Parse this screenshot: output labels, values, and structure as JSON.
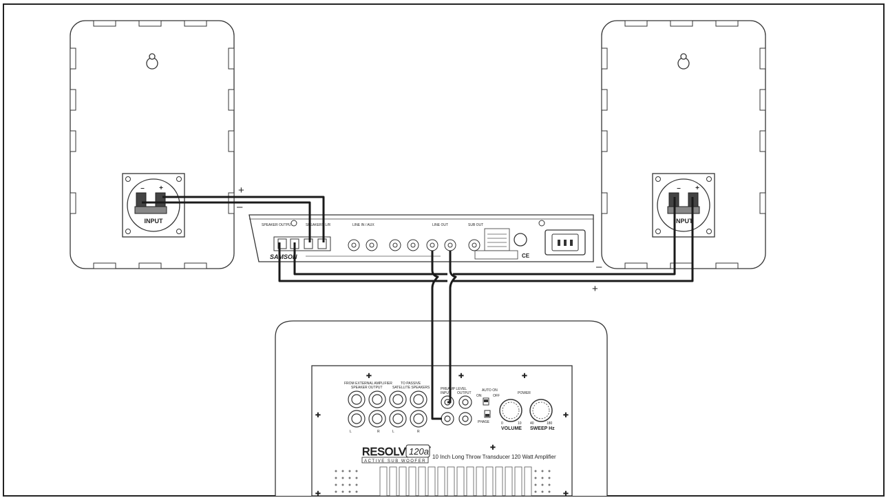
{
  "speakers": {
    "left": {
      "input_label": "INPUT",
      "minus": "–",
      "plus": "+"
    },
    "right": {
      "input_label": "INPUT",
      "minus": "–",
      "plus": "+"
    }
  },
  "wire_polarity": {
    "top_plus": "+",
    "top_minus": "–",
    "bottom_minus": "–",
    "bottom_plus": "+"
  },
  "amplifier": {
    "brand": "SAMSON",
    "speaker_outputs": "SPEAKER OUTPUTS",
    "speakers_l_r": "SPEAKERS L/R",
    "line_in_aux": "LINE IN / AUX",
    "line_out": "LINE OUT",
    "sub_out": "SUB OUT",
    "ce_mark": "CE"
  },
  "subwoofer": {
    "brand": "RESOLV",
    "model": "120a",
    "tagline": "ACTIVE SUB WOOFER",
    "description": "10 Inch Long Throw Transducer   120 Watt Amplifier",
    "from_external": "FROM EXTERNAL AMPLIFIER",
    "speaker_output": "SPEAKER OUTPUT",
    "to_passive": "TO PASSIVE",
    "satellite": "SATELLITE SPEAKERS",
    "preamp_level": "PREAMP LEVEL",
    "input": "INPUT",
    "output": "OUTPUT",
    "auto_on": "AUTO ON",
    "on": "ON",
    "off": "OFF",
    "phase": "PHASE",
    "power": "POWER",
    "volume": "VOLUME",
    "sweep": "SWEEP Hz",
    "vol_min": "0",
    "vol_max": "10",
    "sweep_min": "40",
    "sweep_max": "180",
    "jack_l": "L",
    "jack_r": "R"
  }
}
